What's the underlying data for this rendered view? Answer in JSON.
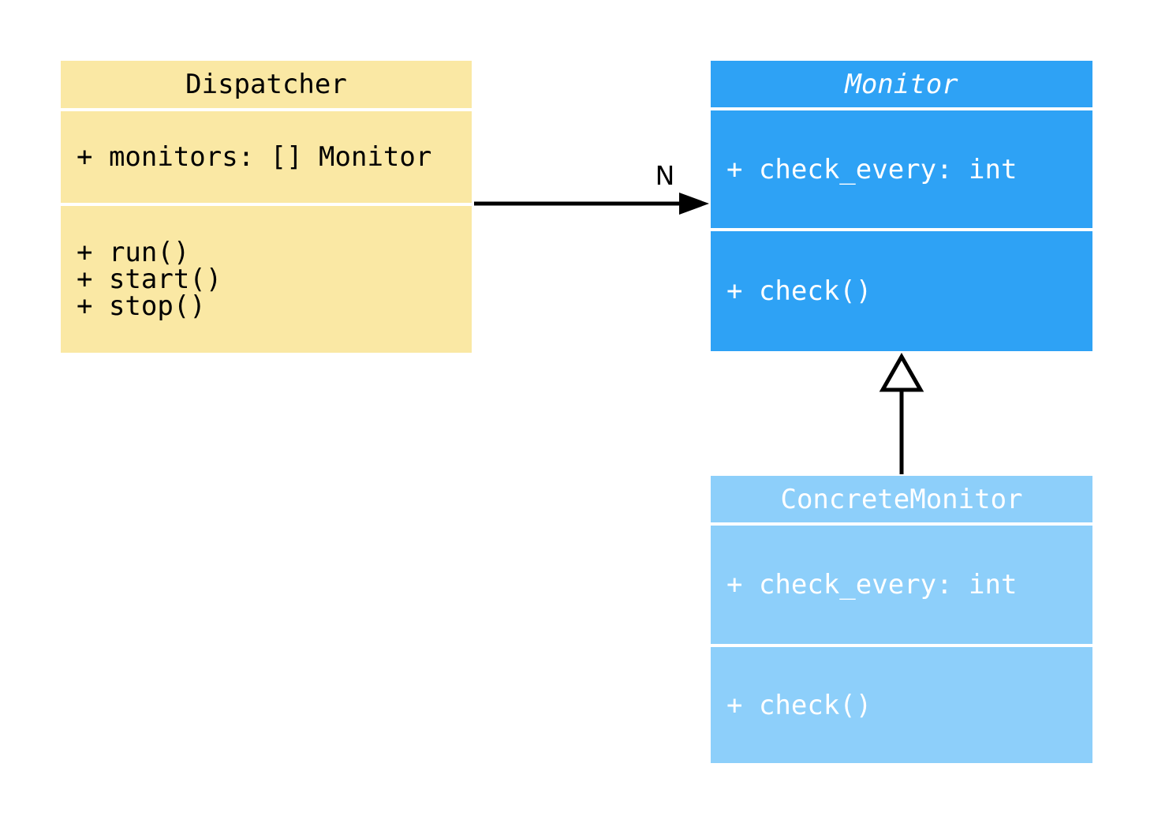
{
  "diagram": {
    "background_color": "#FFFFFF",
    "classes": [
      {
        "id": "dispatcher",
        "name": "Dispatcher",
        "abstract": false,
        "attributes": [
          "+ monitors: [] Monitor"
        ],
        "methods": [
          "+ run()",
          "+ start()",
          "+ stop()"
        ],
        "fill": "#FAE8A4",
        "text_color": "#000000"
      },
      {
        "id": "monitor",
        "name": "Monitor",
        "abstract": true,
        "attributes": [
          "+ check_every: int"
        ],
        "methods": [
          "+ check()"
        ],
        "fill": "#2EA2F5",
        "text_color": "#FFFFFF"
      },
      {
        "id": "concrete-monitor",
        "name": "ConcreteMonitor",
        "abstract": false,
        "attributes": [
          "+ check_every: int"
        ],
        "methods": [
          "+ check()"
        ],
        "fill": "#8DCFFA",
        "text_color": "#FFFFFF"
      }
    ],
    "relations": [
      {
        "type": "association",
        "from": "Dispatcher",
        "to": "Monitor",
        "label": "N",
        "line_color": "#000000"
      },
      {
        "type": "generalization",
        "from": "ConcreteMonitor",
        "to": "Monitor",
        "label": "",
        "line_color": "#000000"
      }
    ]
  }
}
